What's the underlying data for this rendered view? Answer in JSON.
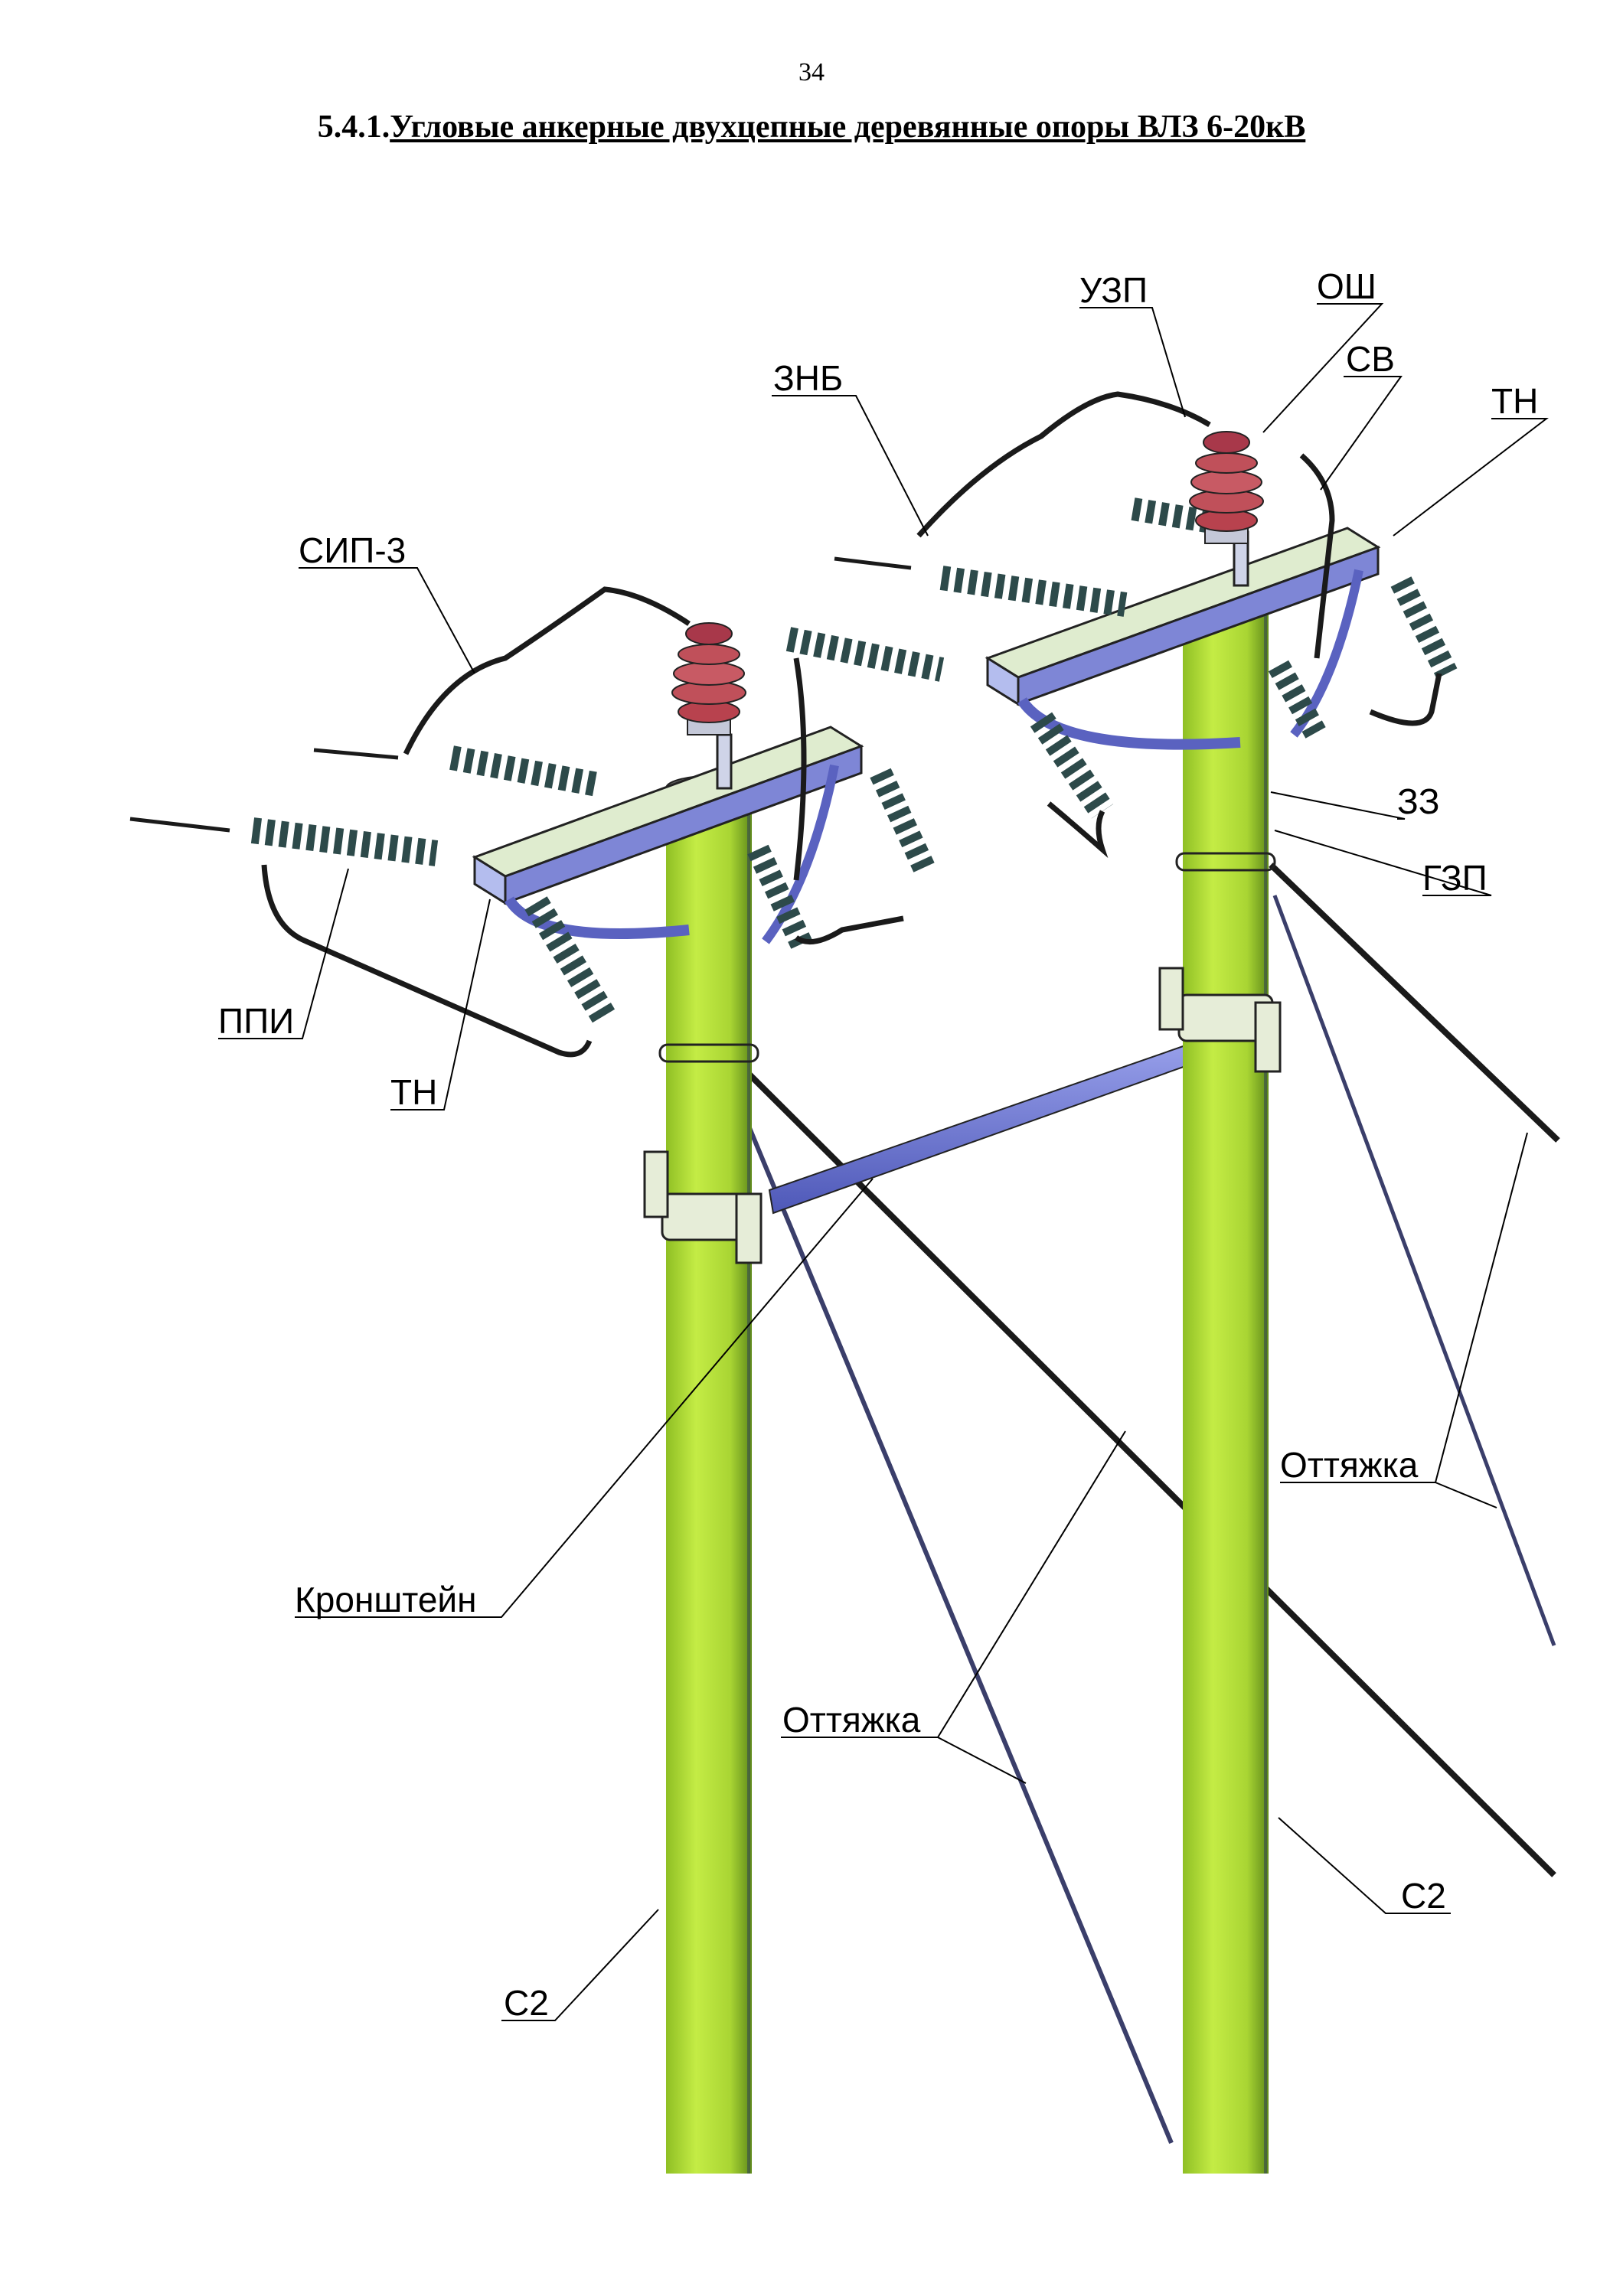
{
  "page_number": "34",
  "heading": {
    "number": "5.4.1.",
    "title": "Угловые анкерные двухцепные деревянные опоры ВЛЗ 6-20кВ"
  },
  "labels": {
    "uzp": "УЗП",
    "osh": "ОШ",
    "sv": "СВ",
    "tn_right": "ТН",
    "znb": "ЗНБ",
    "sip3": "СИП-3",
    "zz": "ЗЗ",
    "gzp": "ГЗП",
    "ppi": "ППИ",
    "tn_left": "ТН",
    "ottyazhka_right": "Оттяжка",
    "kronshtein": "Кронштейн",
    "ottyazhka_center": "Оттяжка",
    "s2_right": "С2",
    "s2_left": "С2"
  },
  "colors": {
    "pole": "#b5e03a",
    "pole_shade": "#6f9a1e",
    "crossarm_top": "#dfeccf",
    "crossarm_side": "#7e86d6",
    "insulator_dark": "#2d4a4a",
    "insulator_red": "#c0505a",
    "cable": "#1a1a1a"
  }
}
